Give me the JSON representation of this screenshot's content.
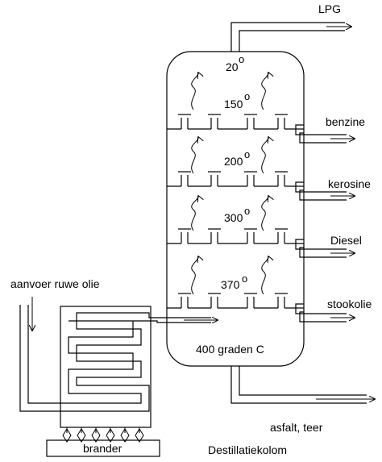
{
  "products": {
    "lpg": "LPG",
    "benzine": "benzine",
    "kerosine": "kerosine",
    "diesel": "Diesel",
    "stookolie": "stookolie",
    "asfalt": "asfalt, teer"
  },
  "temperatures": {
    "t20": "20",
    "t150": "150",
    "t200": "200",
    "t300": "300",
    "t370": "370",
    "degree_mark": "o"
  },
  "bottom_label": "400 graden C",
  "feed_label": "aanvoer ruwe olie",
  "burner_label": "brander",
  "column_label": "Destillatiekolom"
}
